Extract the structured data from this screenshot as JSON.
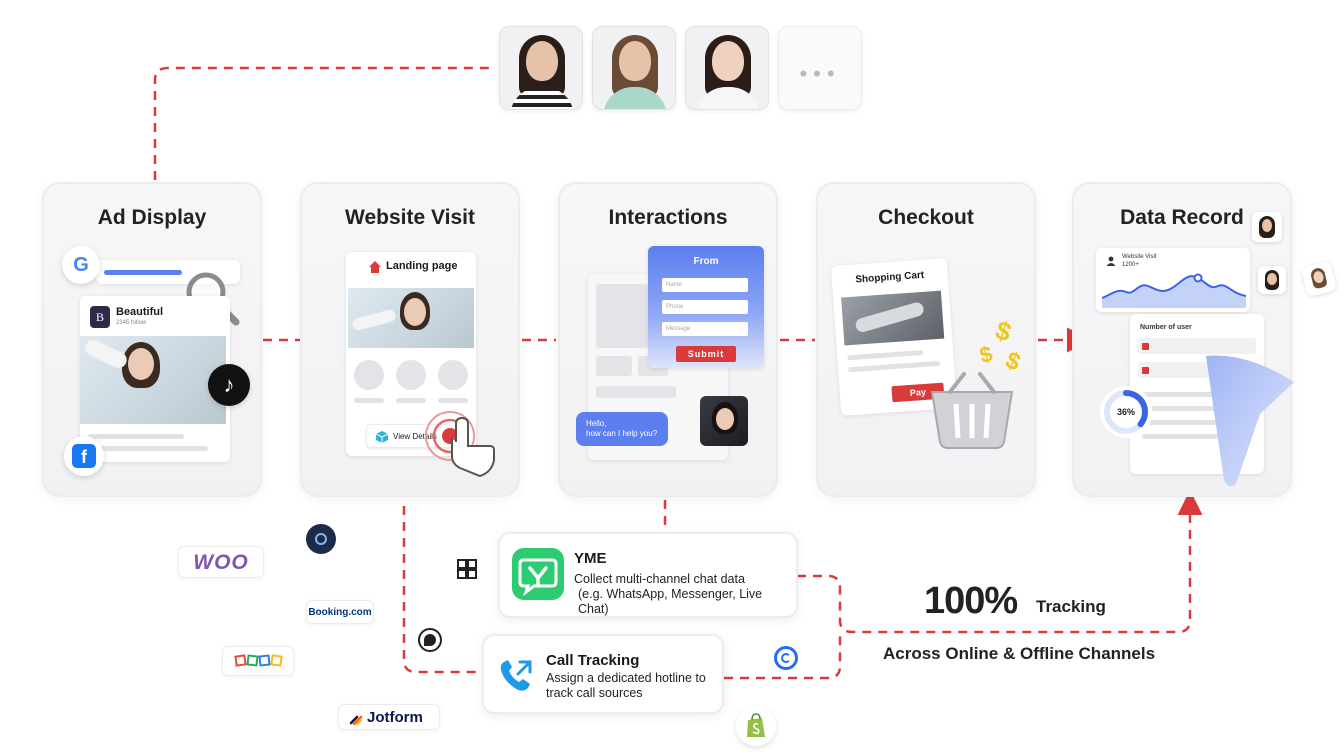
{
  "stages": [
    {
      "id": "ad-display",
      "title": "Ad Display"
    },
    {
      "id": "website-visit",
      "title": "Website Visit"
    },
    {
      "id": "interactions",
      "title": "Interactions"
    },
    {
      "id": "checkout",
      "title": "Checkout"
    },
    {
      "id": "data-record",
      "title": "Data Record"
    }
  ],
  "ad_display": {
    "brand_initial": "B",
    "brand_name": "Beautiful",
    "brand_followers": "2345 follow",
    "google_glyph": "G",
    "tiktok_glyph": "♪",
    "facebook_glyph": "f"
  },
  "website_visit": {
    "landing_label": "Landing page",
    "view_details_label": "View Details"
  },
  "interactions": {
    "form_title": "From",
    "field_name": "Name",
    "field_phone": "Phone",
    "field_message": "Message",
    "submit_label": "Submit",
    "chat_text": "Hello,\nhow can I help you?"
  },
  "checkout": {
    "cart_title": "Shopping Cart",
    "pay_label": "Pay",
    "dollar_glyph": "$"
  },
  "data_record": {
    "visit_label": "Website Visit",
    "visit_count": "1200+",
    "users_label": "Number of user",
    "donut_value": "36%",
    "donut_fraction": 0.36
  },
  "tools": {
    "yme_title": "YME",
    "yme_desc_1": "Collect multi-channel chat data",
    "yme_desc_2": "(e.g. WhatsApp, Messenger, Live Chat)",
    "call_title": "Call Tracking",
    "call_desc_1": "Assign a dedicated hotline to",
    "call_desc_2": "track call sources"
  },
  "brands": {
    "woo": "WOO",
    "booking": "Booking.com",
    "jotform": "Jotform"
  },
  "tracking": {
    "percent": "100%",
    "label": "Tracking",
    "channels": "Across Online & Offline Channels"
  },
  "colors": {
    "accent_red": "#d93a3a",
    "form_blue": "#5b7ff0",
    "chart_blue": "#3b63e6",
    "yme_green": "#2ecc71",
    "call_blue": "#1e9be8",
    "woo_purple": "#7f54b3"
  }
}
